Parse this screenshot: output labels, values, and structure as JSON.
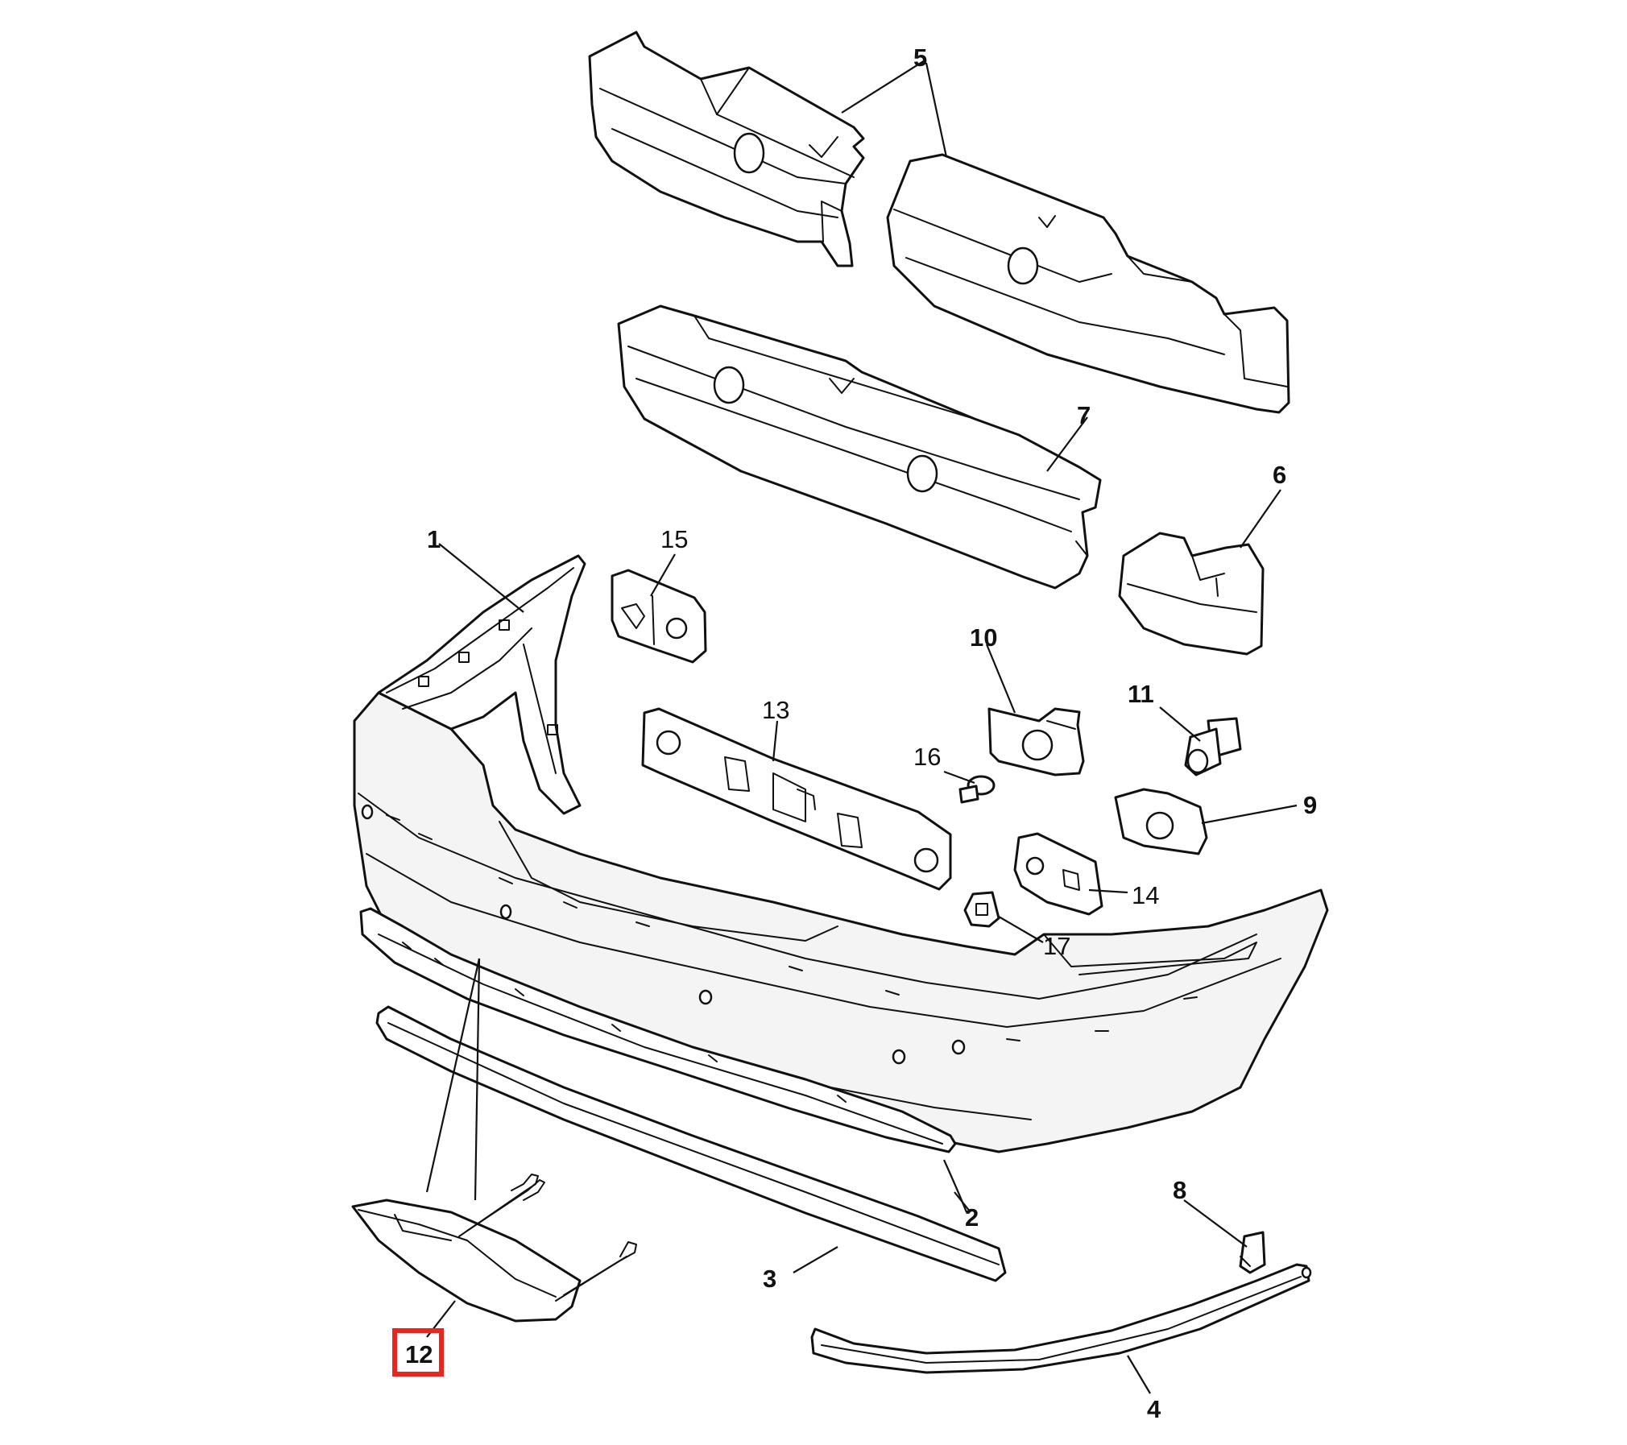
{
  "highlight_color": "#e8261f",
  "callouts": {
    "c1": "1",
    "c2": "2",
    "c3": "3",
    "c4": "4",
    "c5": "5",
    "c6": "6",
    "c7": "7",
    "c8": "8",
    "c9": "9",
    "c10": "10",
    "c11": "11",
    "c12": "12",
    "c13": "13",
    "c14": "14",
    "c15": "15",
    "c16": "16",
    "c17": "17"
  },
  "highlighted_callout": "12"
}
